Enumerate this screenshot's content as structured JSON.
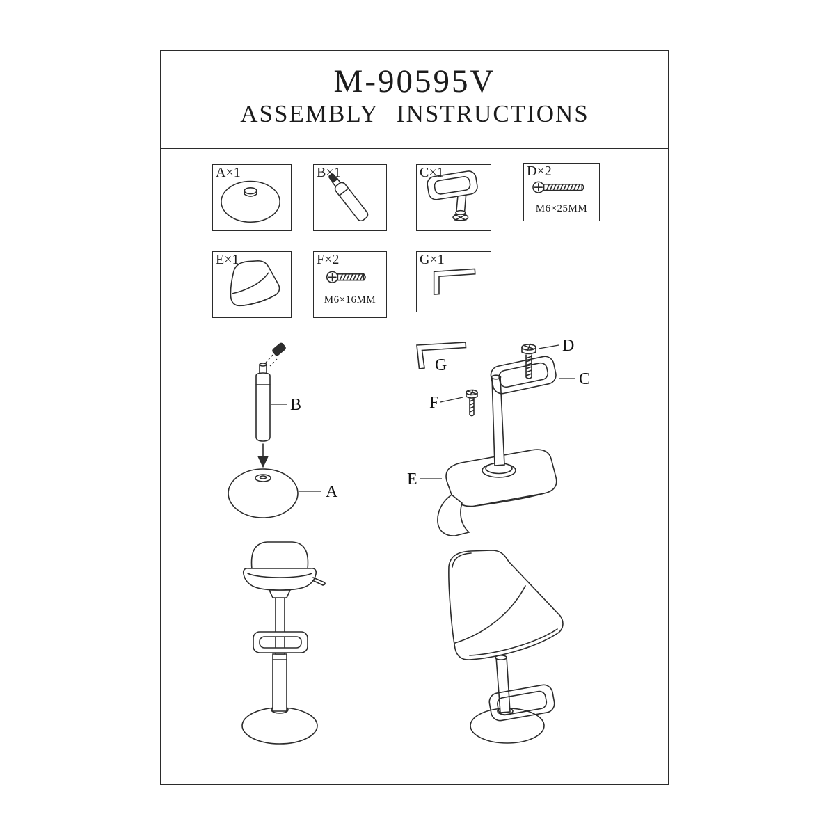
{
  "doc": {
    "title": "M-90595V",
    "subtitle": "ASSEMBLY INSTRUCTIONS"
  },
  "appearance": {
    "ink": "#2b2b2b",
    "paper": "#ffffff"
  },
  "parts": {
    "a": {
      "label": "A×1"
    },
    "b": {
      "label": "B×1"
    },
    "c": {
      "label": "C×1"
    },
    "d": {
      "label": "D×2",
      "spec": "M6×25MM"
    },
    "e": {
      "label": "E×1"
    },
    "f": {
      "label": "F×2",
      "spec": "M6×16MM"
    },
    "g": {
      "label": "G×1"
    }
  },
  "callouts": {
    "step1": {
      "b": "B",
      "a": "A"
    },
    "step2": {
      "g": "G",
      "d": "D",
      "c": "C",
      "f": "F",
      "e": "E"
    }
  }
}
